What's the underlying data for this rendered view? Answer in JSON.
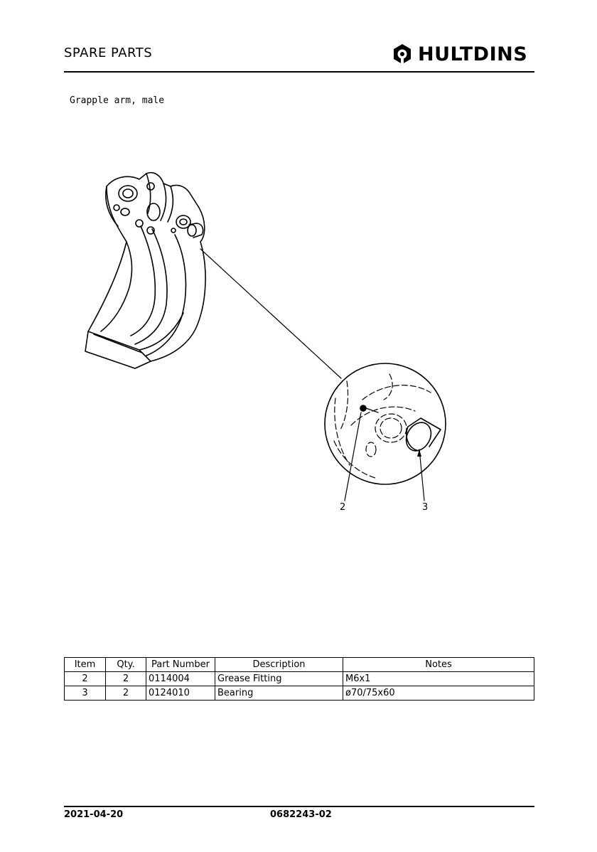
{
  "header": {
    "title": "SPARE PARTS",
    "brand": "HULTDINS"
  },
  "subtitle": "Grapple arm, male",
  "callouts": {
    "item2": "2",
    "item3": "3"
  },
  "table": {
    "headers": [
      "Item",
      "Qty.",
      "Part Number",
      "Description",
      "Notes"
    ],
    "rows": [
      {
        "item": "2",
        "qty": "2",
        "part_number": "0114004",
        "description": "Grease Fitting",
        "notes": "M6x1"
      },
      {
        "item": "3",
        "qty": "2",
        "part_number": "0124010",
        "description": "Bearing",
        "notes": "ø70/75x60"
      }
    ]
  },
  "footer": {
    "date": "2021-04-20",
    "doc_number": "0682243-02"
  }
}
